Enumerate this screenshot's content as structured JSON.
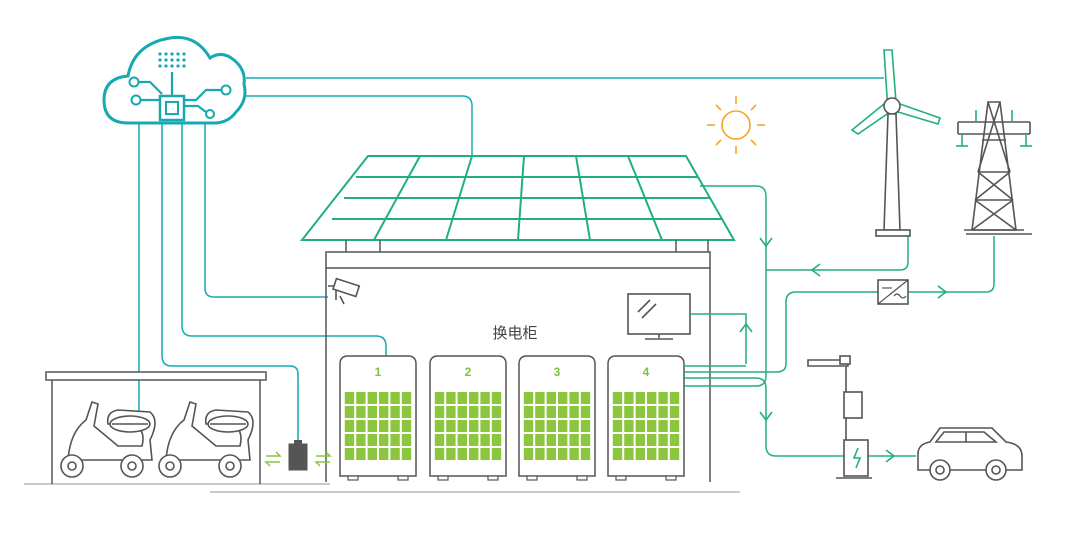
{
  "cabinet": {
    "title": "换电柜",
    "slots": [
      {
        "number": "1"
      },
      {
        "number": "2"
      },
      {
        "number": "3"
      },
      {
        "number": "4"
      }
    ]
  },
  "palette": {
    "teal": "#17a9b2",
    "green_line": "#22b07a",
    "battery_green": "#8cc63f",
    "slot_number": "#7cc242",
    "dark_line": "#555555",
    "light_gray": "#b7b7b7",
    "sun": "#f5a623"
  },
  "icons": {
    "cloud": "cloud-chip-icon",
    "camera": "security-camera-icon",
    "monitor": "monitor-icon",
    "inverter": "inverter-icon",
    "sun": "sun-icon",
    "wind": "wind-turbine-icon",
    "pylon": "power-pylon-icon",
    "charger": "charging-pole-icon",
    "car": "car-icon",
    "scooter": "scooter-icon"
  }
}
